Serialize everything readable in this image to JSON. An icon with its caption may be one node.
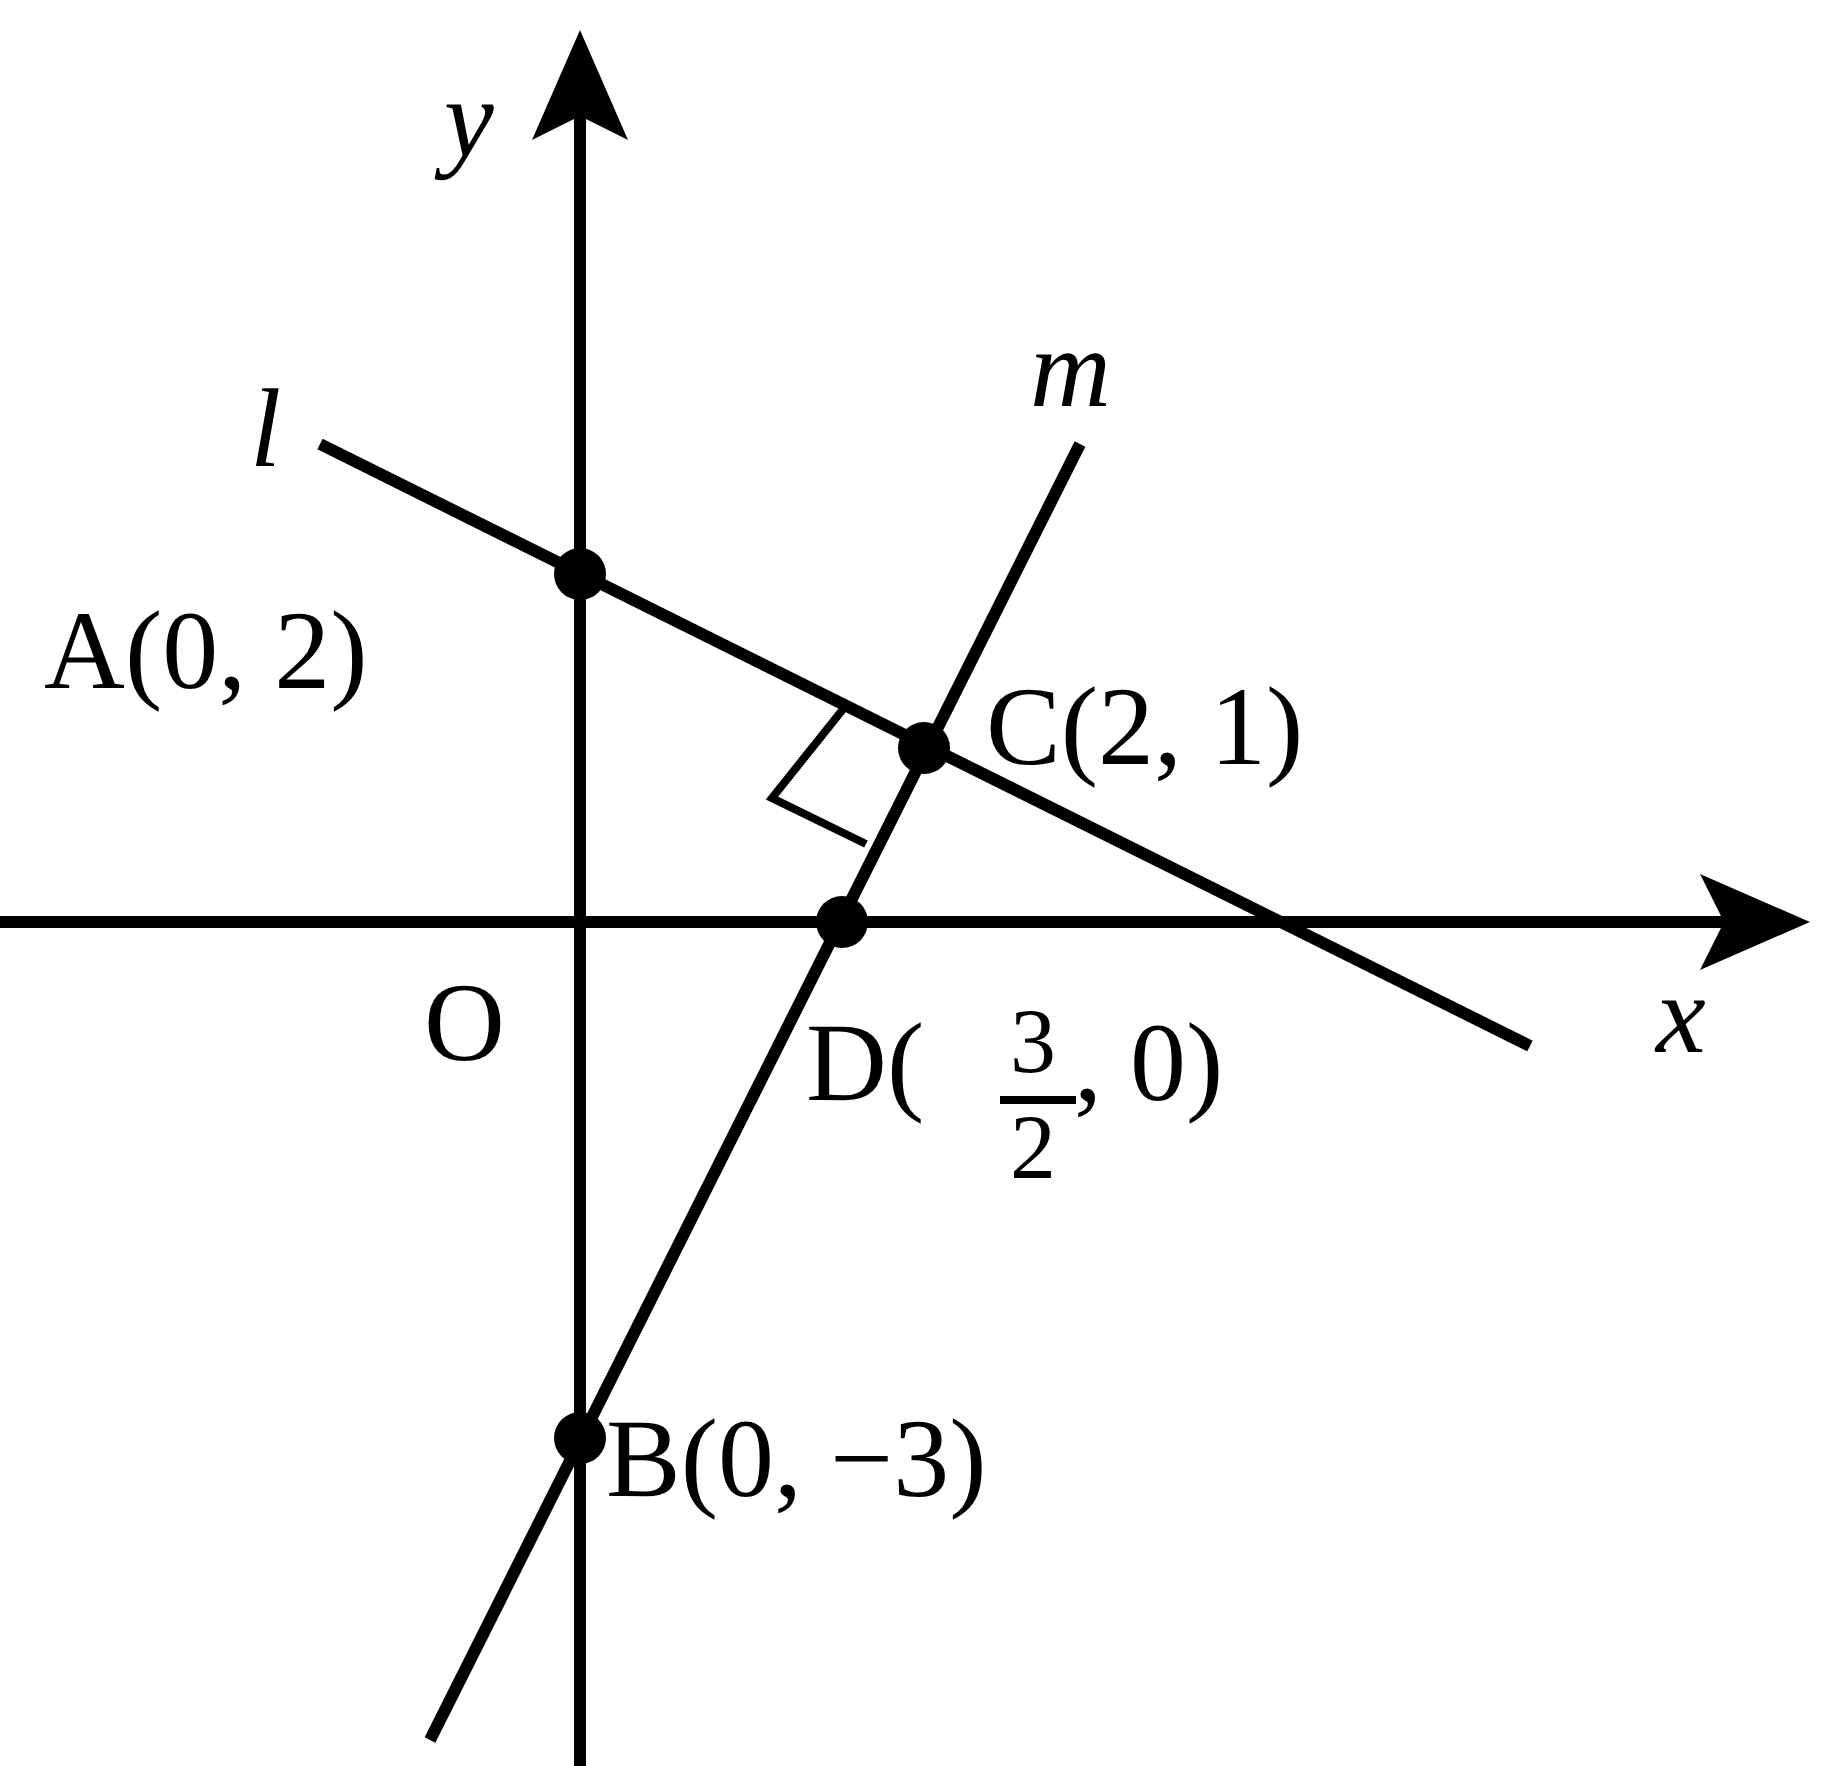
{
  "diagram": {
    "labels": [
      "y",
      "l",
      "m",
      "A(0, 2)",
      "C(2, 1)",
      "O",
      "x",
      "D(",
      "3",
      "2",
      ", 0)",
      "B(0, −3)"
    ]
  }
}
